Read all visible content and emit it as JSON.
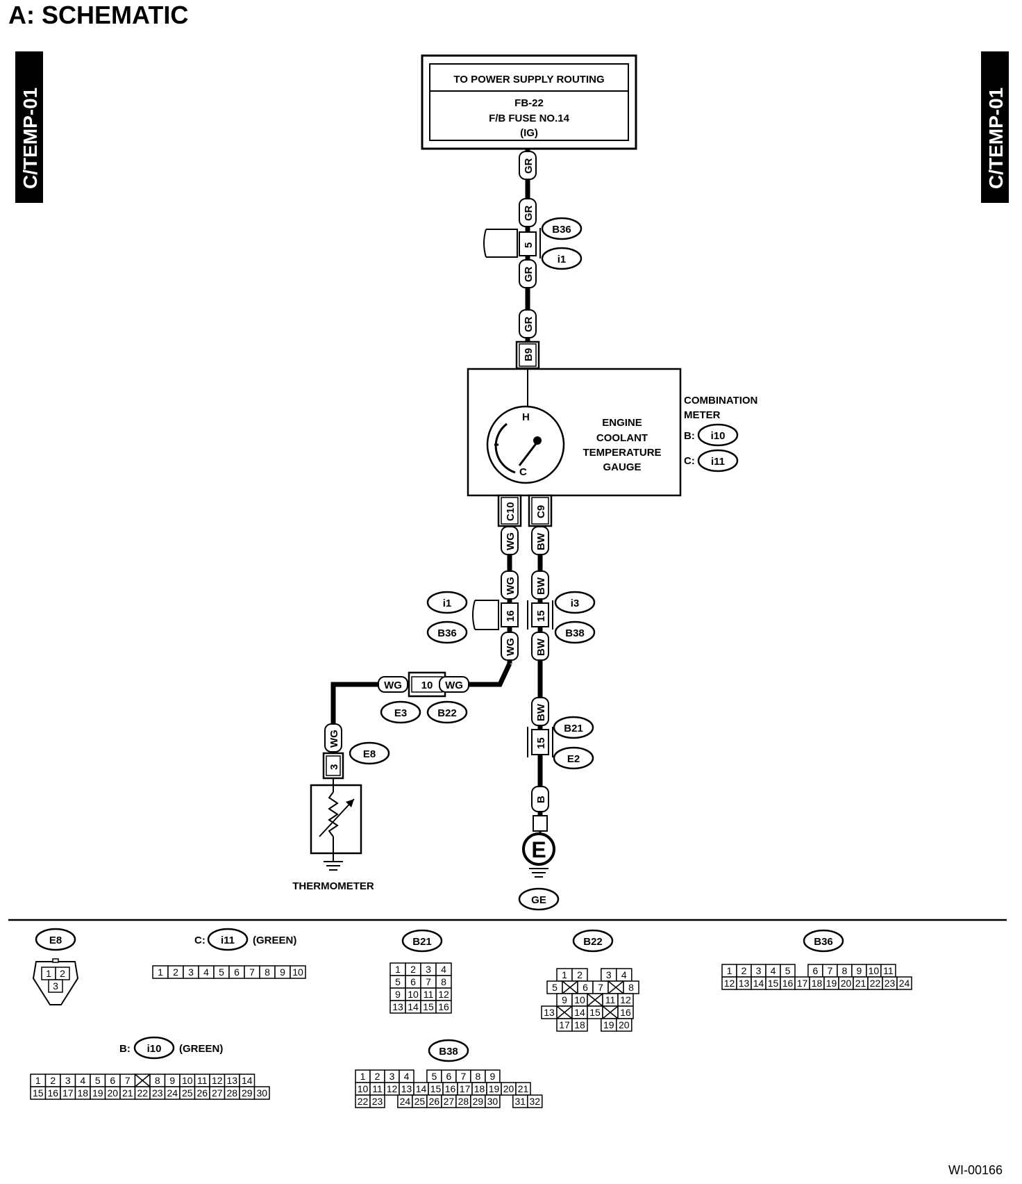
{
  "title": "A:  SCHEMATIC",
  "side_tab": "C/TEMP-01",
  "footer_code": "WI-00166",
  "power_box": {
    "line1": "TO POWER SUPPLY ROUTING",
    "line2": "FB-22",
    "line3": "F/B FUSE NO.14",
    "line4": "(IG)"
  },
  "meter": {
    "gauge_lines": [
      "ENGINE",
      "COOLANT",
      "TEMPERATURE",
      "GAUGE"
    ],
    "h_mark": "H",
    "c_mark": "C",
    "name_lines": [
      "COMBINATION",
      "METER"
    ],
    "b_prefix": "B:",
    "c_prefix": "C:"
  },
  "wires": {
    "gr": "GR",
    "wg": "WG",
    "bw": "BW",
    "b": "B"
  },
  "terminals": {
    "b9": "B9",
    "c10": "C10",
    "c9": "C9",
    "pin5": "5",
    "pin16": "16",
    "pin15": "15",
    "pin10": "10",
    "pin3": "3",
    "ground_e": "E"
  },
  "connectors": {
    "B36": "B36",
    "i1": "i1",
    "i10": "i10",
    "i11": "i11",
    "i3": "i3",
    "B38": "B38",
    "E3": "E3",
    "B22": "B22",
    "B21": "B21",
    "E2": "E2",
    "E8": "E8",
    "GE": "GE"
  },
  "thermometer_label": "THERMOMETER",
  "legend": {
    "green": "(GREEN)",
    "c_prefix": "C:",
    "b_prefix": "B:",
    "e8": {
      "name": "E8",
      "rows": [
        [
          "1",
          "2"
        ],
        [
          "3"
        ]
      ]
    },
    "i11": {
      "name": "i11",
      "pins": [
        "1",
        "2",
        "3",
        "4",
        "5",
        "6",
        "7",
        "8",
        "9",
        "10"
      ]
    },
    "b21": {
      "name": "B21",
      "rows": [
        [
          "1",
          "2",
          "3",
          "4"
        ],
        [
          "5",
          "6",
          "7",
          "8"
        ],
        [
          "9",
          "10",
          "11",
          "12"
        ],
        [
          "13",
          "14",
          "15",
          "16"
        ]
      ]
    },
    "b22": {
      "name": "B22",
      "rows": [
        [
          "1",
          "2",
          "",
          "3",
          "4"
        ],
        [
          "5",
          "X",
          "6",
          "7",
          "X",
          "8"
        ],
        [
          "9",
          "10",
          "X",
          "11",
          "12"
        ],
        [
          "13",
          "X",
          "14",
          "15",
          "X",
          "16"
        ],
        [
          "17",
          "18",
          "",
          "19",
          "20"
        ]
      ]
    },
    "b36": {
      "name": "B36",
      "rows": [
        [
          "1",
          "2",
          "3",
          "4",
          "5",
          "",
          "6",
          "7",
          "8",
          "9",
          "10",
          "11"
        ],
        [
          "12",
          "13",
          "14",
          "15",
          "16",
          "17",
          "18",
          "19",
          "20",
          "21",
          "22",
          "23",
          "24"
        ]
      ]
    },
    "i10": {
      "name": "i10",
      "rows": [
        [
          "1",
          "2",
          "3",
          "4",
          "5",
          "6",
          "7",
          "X",
          "8",
          "9",
          "10",
          "11",
          "12",
          "13",
          "14"
        ],
        [
          "15",
          "16",
          "17",
          "18",
          "19",
          "20",
          "21",
          "22",
          "23",
          "24",
          "25",
          "26",
          "27",
          "28",
          "29",
          "30"
        ]
      ]
    },
    "b38": {
      "name": "B38",
      "rows": [
        [
          "1",
          "2",
          "3",
          "4",
          "",
          "5",
          "6",
          "7",
          "8",
          "9"
        ],
        [
          "10",
          "11",
          "12",
          "13",
          "14",
          "15",
          "16",
          "17",
          "18",
          "19",
          "20",
          "21"
        ],
        [
          "22",
          "23",
          "",
          "24",
          "25",
          "26",
          "27",
          "28",
          "29",
          "30",
          "",
          "31",
          "32"
        ]
      ]
    }
  }
}
